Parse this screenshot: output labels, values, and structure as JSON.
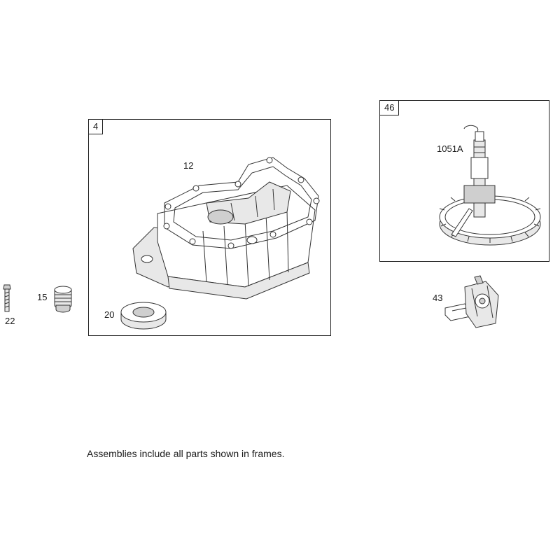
{
  "frames": {
    "sump": {
      "tag": "4"
    },
    "cam": {
      "tag": "46"
    }
  },
  "callouts": {
    "p12": "12",
    "p20": "20",
    "p15": "15",
    "p22": "22",
    "p1051a": "1051A",
    "p43": "43"
  },
  "note": "Assemblies include all parts shown in frames."
}
